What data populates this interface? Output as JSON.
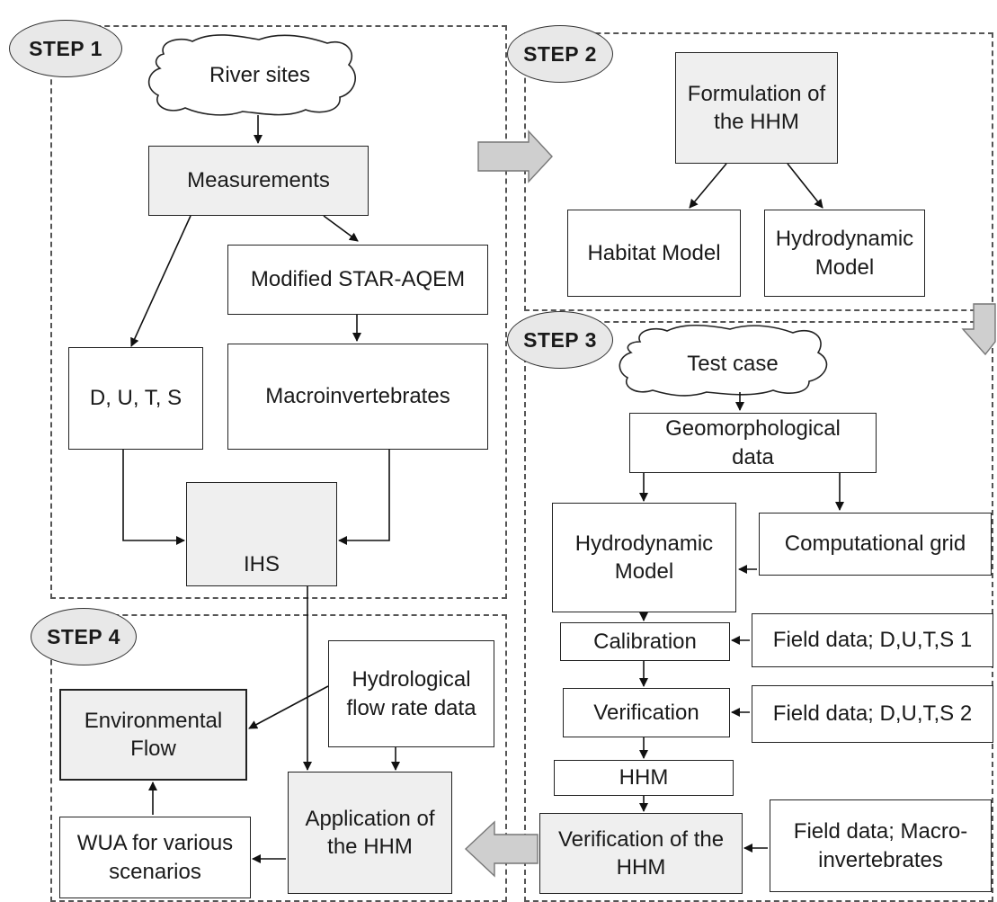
{
  "steps": {
    "step1": "STEP 1",
    "step2": "STEP 2",
    "step3": "STEP 3",
    "step4": "STEP 4"
  },
  "step1": {
    "river_sites": "River sites",
    "measurements": "Measurements",
    "modified_star": "Modified STAR-AQEM",
    "dut": "D, U, T, S",
    "macroinvertebrates": "Macroinvertebrates",
    "ihs": "IHS"
  },
  "step2": {
    "formulation": "Formulation of\nthe HHM",
    "habitat_model": "Habitat Model",
    "hydrodynamic_model": "Hydrodynamic\nModel"
  },
  "step3": {
    "test_case": "Test case",
    "geomorph": "Geomorphological\ndata",
    "hydrodynamic_model": "Hydrodynamic\nModel",
    "computational_grid": "Computational grid",
    "calibration": "Calibration",
    "field_data_1": "Field data; D,U,T,S 1",
    "verification": "Verification",
    "field_data_2": "Field data; D,U,T,S 2",
    "hhm": "HHM",
    "verification_hhm": "Verification of the\nHHM",
    "field_data_macro": "Field data; Macro-\ninvertebrates"
  },
  "step4": {
    "environmental_flow": "Environmental\nFlow",
    "hydrological": "Hydrological\nflow rate data",
    "wua": "WUA for various\nscenarios",
    "application": "Application of\nthe HHM"
  },
  "colors": {
    "shaded_fill": "#efefef",
    "step_fill": "#e8e8e8",
    "big_arrow_fill": "#cfcfcf"
  }
}
